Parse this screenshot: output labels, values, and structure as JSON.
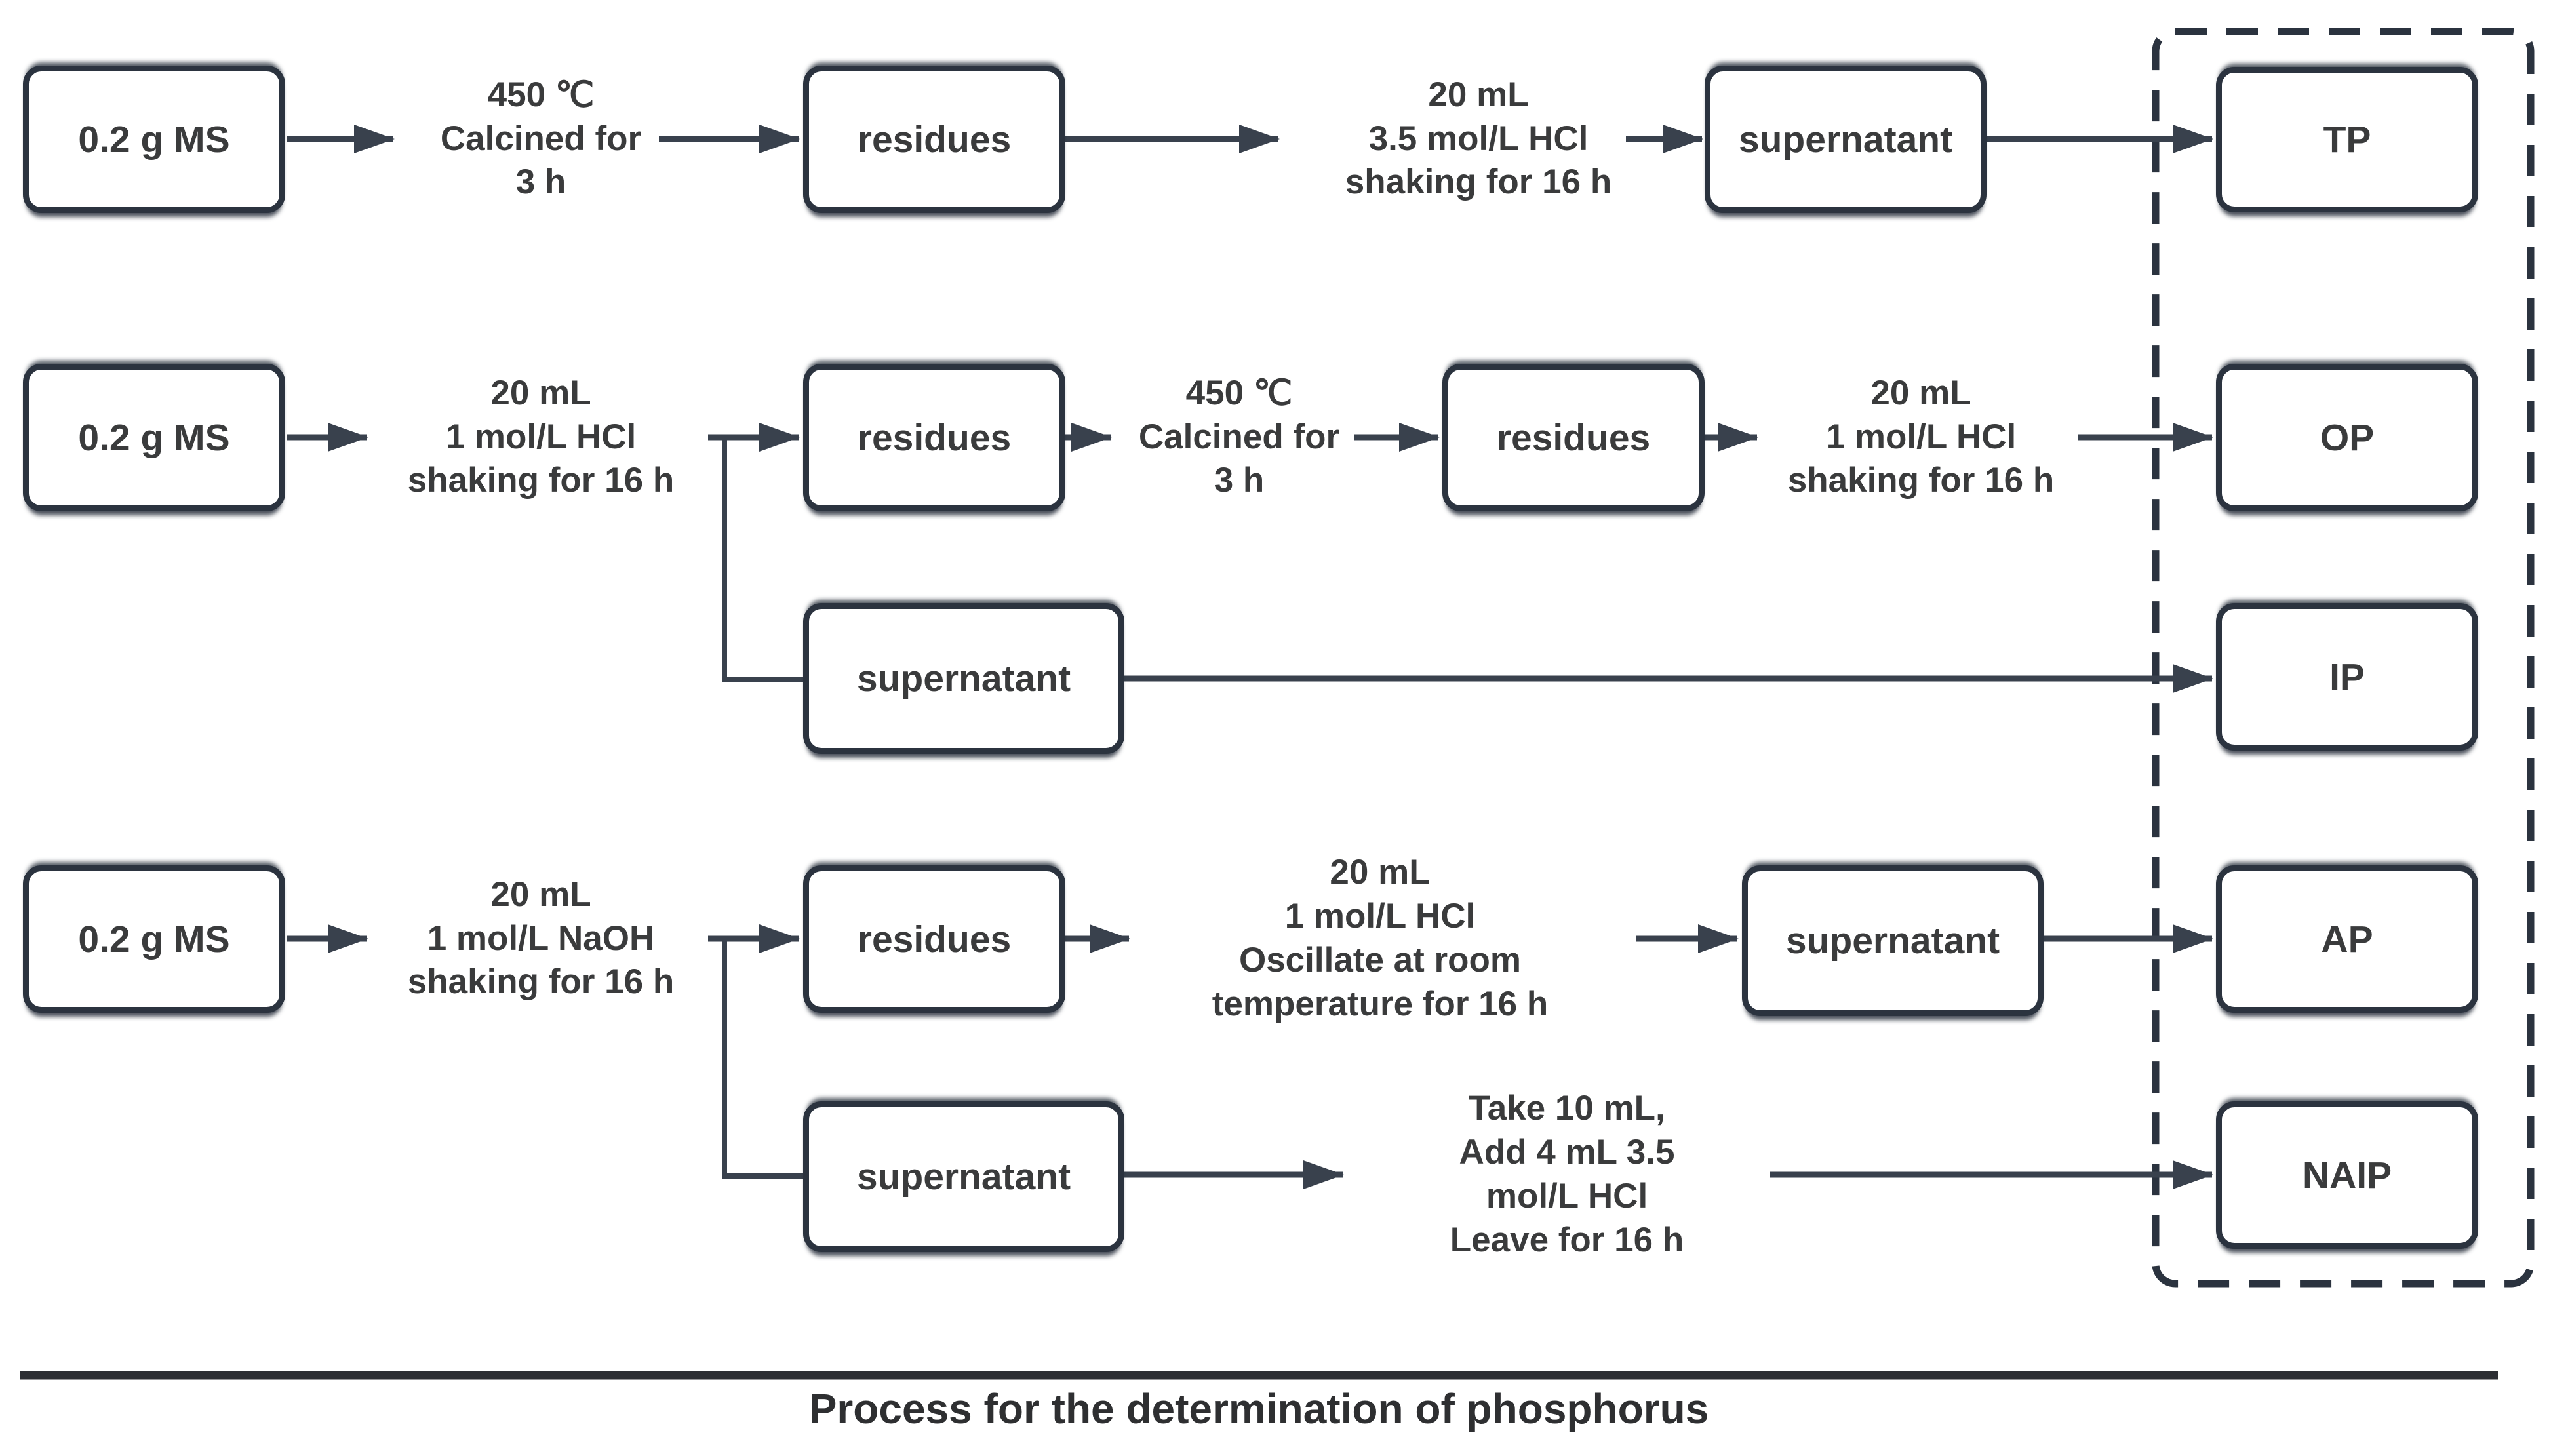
{
  "caption": "Process for the determination of phosphorus",
  "colors": {
    "box_border": "#2b333f",
    "connector": "#39414d",
    "text": "#3a3b3c"
  },
  "flow1": {
    "ms": "0.2 g MS",
    "calcine": "450 ℃\nCalcined for\n3 h",
    "residues": "residues",
    "hcl": "20 mL\n3.5 mol/L HCl\nshaking for 16 h",
    "supernatant": "supernatant",
    "tp": "TP"
  },
  "flow2": {
    "ms": "0.2 g MS",
    "hcl": "20 mL\n1 mol/L HCl\nshaking for 16 h",
    "residues1": "residues",
    "calcine": "450 ℃\nCalcined for\n3 h",
    "residues2": "residues",
    "hcl2": "20 mL\n1 mol/L HCl\nshaking for 16 h",
    "op": "OP",
    "supernatant": "supernatant",
    "ip": "IP"
  },
  "flow3": {
    "ms": "0.2 g MS",
    "naoh": "20 mL\n1 mol/L NaOH\nshaking for 16 h",
    "residues": "residues",
    "hcl_oscillate": "20 mL\n1 mol/L HCl\nOscillate at room\ntemperature for 16 h",
    "supernatant1": "supernatant",
    "ap": "AP",
    "supernatant2": "supernatant",
    "take": "Take 10 mL,\nAdd 4 mL 3.5\nmol/L HCl\nLeave for 16 h",
    "naip": "NAIP"
  }
}
